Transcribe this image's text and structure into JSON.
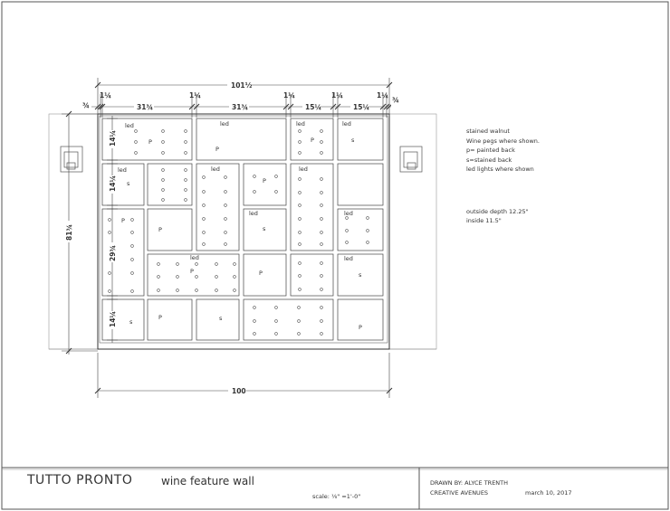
{
  "title_block": {
    "company": "TUTTO PRONTO",
    "project": "wine feature wall",
    "scale": "scale: ⅛\" =1'-0\"",
    "drawn_by": "DRAWN BY:  ALYCE TRENTH",
    "firm": "CREATIVE AVENUES",
    "date": "march 10, 2017"
  },
  "notes": {
    "lines": [
      "stained walnut",
      "Wine pegs where shown.",
      "p= painted back",
      "s=stained back",
      "led lights where shown"
    ],
    "depths": [
      "outside depth 12.25\"",
      "inside 11.5\""
    ]
  },
  "dimensions": {
    "overall_width": "101½",
    "bottom_width": "100",
    "height": "81¾",
    "top": [
      "¾",
      "1¼",
      "31¾",
      "1¼",
      "31¾",
      "1¼",
      "15¼",
      "1¼",
      "15¼",
      "1¼",
      "¾"
    ],
    "left": [
      "14¼",
      "14¼",
      "29¾",
      "14¼"
    ]
  },
  "cell_labels": {
    "led": "led",
    "painted": "P",
    "stained": "s"
  }
}
